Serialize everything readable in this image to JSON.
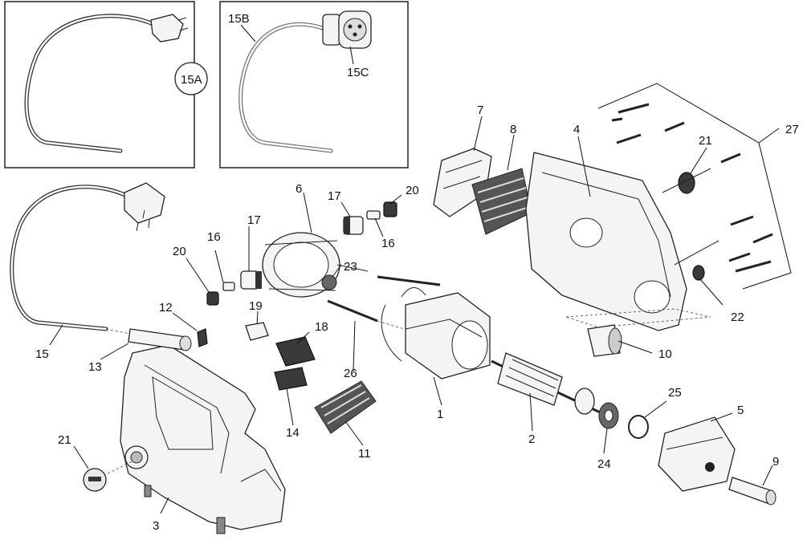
{
  "insets": [
    {
      "id": "inset-a",
      "labels": [
        "15A"
      ]
    },
    {
      "id": "inset-b",
      "labels": [
        "15B",
        "15C"
      ]
    }
  ],
  "labels": {
    "l15A": "15A",
    "l15B": "15B",
    "l15C": "15C",
    "l1": "1",
    "l2": "2",
    "l3": "3",
    "l4": "4",
    "l5": "5",
    "l6": "6",
    "l7": "7",
    "l8": "8",
    "l9": "9",
    "l10": "10",
    "l11": "11",
    "l12": "12",
    "l13": "13",
    "l14": "14",
    "l15": "15",
    "l16a": "16",
    "l16b": "16",
    "l17a": "17",
    "l17b": "17",
    "l18": "18",
    "l19": "19",
    "l20a": "20",
    "l20b": "20",
    "l21a": "21",
    "l21b": "21",
    "l22": "22",
    "l23": "23",
    "l24": "24",
    "l25": "25",
    "l26": "26",
    "l27": "27"
  }
}
